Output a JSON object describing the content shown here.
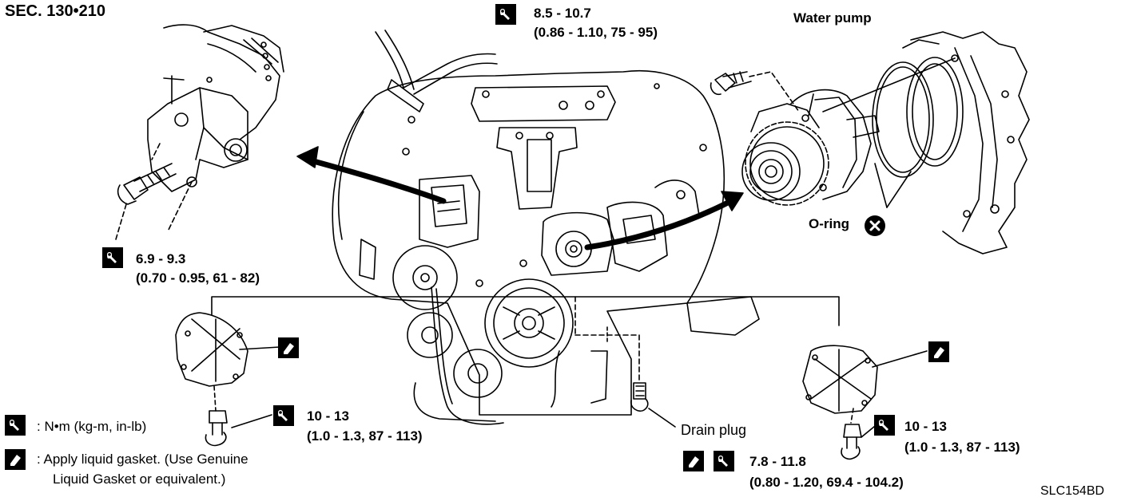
{
  "section": "SEC. 130•210",
  "diagram_code": "SLC154BD",
  "labels": {
    "water_pump": "Water pump",
    "o_ring": "O-ring",
    "drain_plug": "Drain plug"
  },
  "torques": {
    "top": {
      "nm": "8.5 - 10.7",
      "other": "(0.86 - 1.10, 75 - 95)"
    },
    "left_upper": {
      "nm": "6.9 - 9.3",
      "other": "(0.70 - 0.95, 61 - 82)"
    },
    "left_lower": {
      "nm": "10 - 13",
      "other": "(1.0 - 1.3, 87 - 113)"
    },
    "right_lower": {
      "nm": "10 - 13",
      "other": "(1.0 - 1.3, 87 - 113)"
    },
    "drain": {
      "nm": "7.8 - 11.8",
      "other": "(0.80 - 1.20, 69.4 - 104.2)"
    }
  },
  "legend": {
    "torque": ": N•m (kg-m, in-lb)",
    "gasket_line1": ": Apply liquid gasket. (Use Genuine",
    "gasket_line2": "Liquid Gasket or equivalent.)"
  },
  "icons": {
    "torque": "torque-wrench-icon",
    "gasket": "liquid-gasket-icon",
    "do_not_reuse": "do-not-reuse-icon"
  }
}
